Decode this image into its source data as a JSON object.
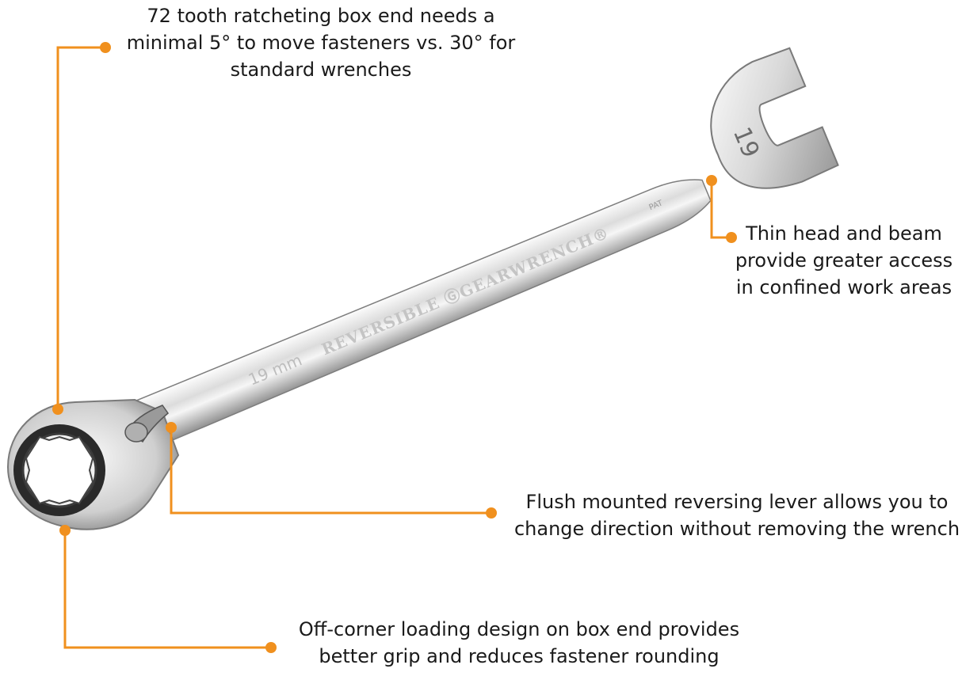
{
  "colors": {
    "accent": "#F0901E",
    "text": "#1a1a1a",
    "background": "#ffffff",
    "chrome_light": "#f4f4f4",
    "chrome_mid": "#c9c9c9",
    "chrome_dark": "#8a8a8a"
  },
  "product": {
    "handle_engraving": "REVERSIBLE ⒼGEARWRENCH®",
    "size_mark_handle": "19 mm",
    "size_mark_open_end": "19",
    "patent_mark": "PAT"
  },
  "callouts": [
    {
      "lines": [
        "72 tooth ratcheting box end needs a",
        "minimal 5° to move fasteners vs. 30° for",
        "standard wrenches"
      ]
    },
    {
      "lines": [
        "Thin head and beam",
        "provide greater access",
        "in confined work areas"
      ]
    },
    {
      "lines": [
        "Flush mounted reversing lever allows you to",
        "change direction without removing the wrench"
      ]
    },
    {
      "lines": [
        "Off-corner loading design on box end provides",
        "better grip and reduces fastener rounding"
      ]
    }
  ],
  "icons": {
    "callout_dot": "orange-dot",
    "wrench": "ratcheting-combination-wrench"
  }
}
